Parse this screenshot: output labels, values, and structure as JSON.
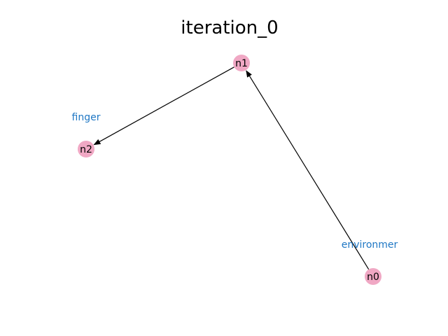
{
  "title": "iteration_0",
  "colors": {
    "node_fill": "#f0a8c4",
    "edge": "#000000",
    "annotation": "#1f77c4"
  },
  "nodes": [
    {
      "id": "n0",
      "label": "n0"
    },
    {
      "id": "n1",
      "label": "n1"
    },
    {
      "id": "n2",
      "label": "n2"
    }
  ],
  "edges": [
    {
      "from": "n0",
      "to": "n1"
    },
    {
      "from": "n1",
      "to": "n2"
    }
  ],
  "annotations": [
    {
      "text": "finger",
      "near": "n2"
    },
    {
      "text": "environmer",
      "near": "n0"
    }
  ]
}
